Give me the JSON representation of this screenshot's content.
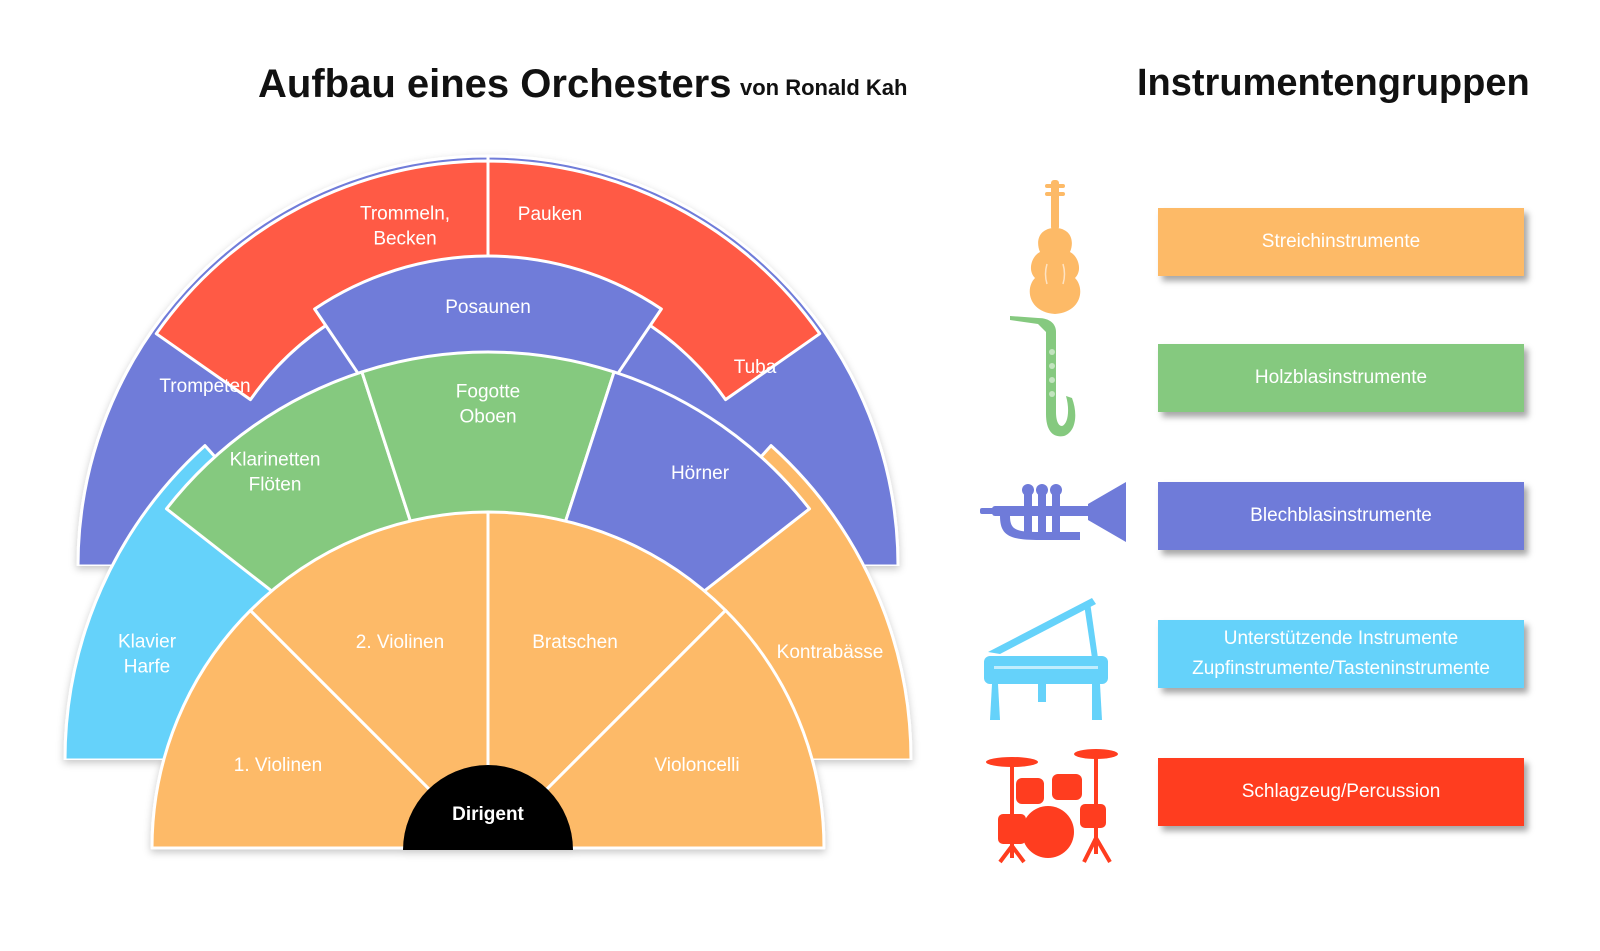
{
  "header": {
    "title": "Aufbau eines Orchesters",
    "author": "von Ronald Kah",
    "groups_title": "Instrumentengruppen"
  },
  "colors": {
    "streicher": "#FDBA67",
    "holz": "#85C97F",
    "blech": "#6F7BD9",
    "unterstuetzend": "#65D2FA",
    "schlagzeug": "#FF5A45",
    "dirigent": "#000000",
    "legend_schlagzeug": "#FF3D1F"
  },
  "diagram": {
    "dirigent": "Dirigent",
    "sections": [
      {
        "key": "violinen1",
        "lines": [
          "1. Violinen"
        ],
        "group": "streicher"
      },
      {
        "key": "violinen2",
        "lines": [
          "2. Violinen"
        ],
        "group": "streicher"
      },
      {
        "key": "bratschen",
        "lines": [
          "Bratschen"
        ],
        "group": "streicher"
      },
      {
        "key": "violoncelli",
        "lines": [
          "Violoncelli"
        ],
        "group": "streicher"
      },
      {
        "key": "kontrabaesse",
        "lines": [
          "Kontrabässe"
        ],
        "group": "streicher"
      },
      {
        "key": "klavier",
        "lines": [
          "Klavier",
          "Harfe"
        ],
        "group": "unterstuetzend"
      },
      {
        "key": "klarinetten",
        "lines": [
          "Klarinetten",
          "Flöten"
        ],
        "group": "holz"
      },
      {
        "key": "fagotte",
        "lines": [
          "Fogotte",
          "Oboen"
        ],
        "group": "holz"
      },
      {
        "key": "hoerner",
        "lines": [
          "Hörner"
        ],
        "group": "blech"
      },
      {
        "key": "trompeten",
        "lines": [
          "Trompeten"
        ],
        "group": "blech"
      },
      {
        "key": "tuba",
        "lines": [
          "Tuba"
        ],
        "group": "blech"
      },
      {
        "key": "posaunen",
        "lines": [
          "Posaunen"
        ],
        "group": "blech"
      },
      {
        "key": "trommeln",
        "lines": [
          "Trommeln,",
          "Becken"
        ],
        "group": "schlagzeug"
      },
      {
        "key": "pauken",
        "lines": [
          "Pauken"
        ],
        "group": "schlagzeug"
      }
    ]
  },
  "legend": [
    {
      "icon": "violin-icon",
      "lines": [
        "Streichinstrumente"
      ],
      "group": "streicher"
    },
    {
      "icon": "saxophone-icon",
      "lines": [
        "Holzblasinstrumente"
      ],
      "group": "holz"
    },
    {
      "icon": "trumpet-icon",
      "lines": [
        "Blechblasinstrumente"
      ],
      "group": "blech"
    },
    {
      "icon": "grand-piano-icon",
      "lines": [
        "Unterstützende Instrumente",
        "Zupfinstrumente/Tasteninstrumente"
      ],
      "group": "unterstuetzend"
    },
    {
      "icon": "drum-kit-icon",
      "lines": [
        "Schlagzeug/Percussion"
      ],
      "group": "legend_schlagzeug"
    }
  ]
}
